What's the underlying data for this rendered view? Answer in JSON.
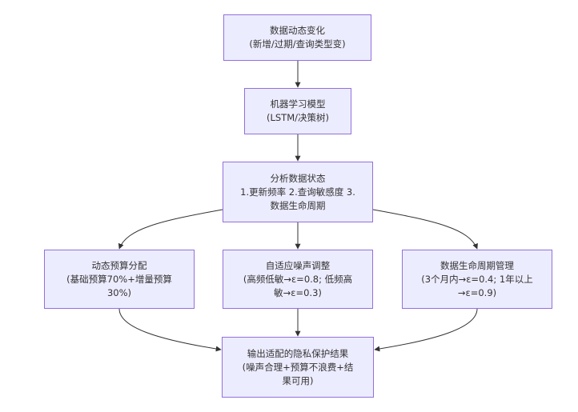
{
  "nodes": {
    "data_change": {
      "lines": [
        "数据动态变化",
        "(新增/过期/查询类型变)"
      ]
    },
    "ml_model": {
      "lines": [
        "机器学习模型",
        "(LSTM/决策树)"
      ]
    },
    "analyze": {
      "lines": [
        "分析数据状态",
        "1.更新频率 2.查询敏感度 3.",
        "数据生命周期"
      ]
    },
    "budget": {
      "lines": [
        "动态预算分配",
        "(基础预算70%+增量预算",
        "30%)"
      ]
    },
    "noise": {
      "lines": [
        "自适应噪声调整",
        "(高频低敏→ε=0.8; 低频高",
        "敏→ε=0.3)"
      ]
    },
    "lifecycle": {
      "lines": [
        "数据生命周期管理",
        "(3个月内→ε=0.4; 1年以上",
        "→ε=0.9)"
      ]
    },
    "output": {
      "lines": [
        "输出适配的隐私保护结果",
        "(噪声合理+预算不浪费+结",
        "果可用)"
      ]
    }
  },
  "edges": [
    {
      "from": "data_change",
      "to": "ml_model"
    },
    {
      "from": "ml_model",
      "to": "analyze"
    },
    {
      "from": "analyze",
      "to": "budget"
    },
    {
      "from": "analyze",
      "to": "noise"
    },
    {
      "from": "analyze",
      "to": "lifecycle"
    },
    {
      "from": "budget",
      "to": "output"
    },
    {
      "from": "noise",
      "to": "output"
    },
    {
      "from": "lifecycle",
      "to": "output"
    }
  ],
  "colors": {
    "node_fill": "#ececff",
    "node_border": "#9370db",
    "edge": "#333333",
    "text": "#333333"
  }
}
